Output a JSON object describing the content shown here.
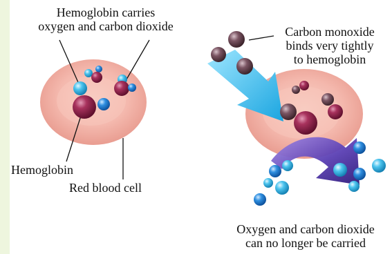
{
  "left_panel": {
    "carries_label": [
      "Hemoglobin carries",
      "oxygen and carbon dioxide"
    ],
    "hemoglobin_label": "Hemoglobin",
    "cell_label": "Red blood cell"
  },
  "right_panel": {
    "co_label": [
      "Carbon monoxide",
      "binds very tightly",
      "to hemoglobin"
    ],
    "result_label": [
      "Oxygen and carbon dioxide",
      "can no longer be carried"
    ]
  },
  "colors": {
    "cell": "#f3b5aa",
    "cell_center": "#f7c6bc",
    "hemoglobin": "#8a1f47",
    "oxygen": "#2aa9de",
    "carbon_monoxide": "#6b4a55",
    "in_arrow": "#22b5ea",
    "out_arrow": "#5b3fb2",
    "background_strip": "#eef6de"
  }
}
